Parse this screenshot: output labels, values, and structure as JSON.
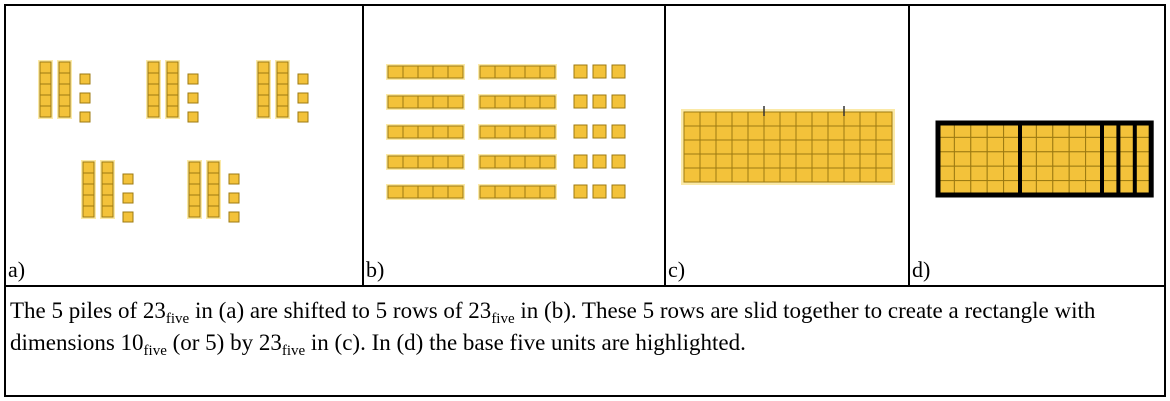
{
  "panels": [
    {
      "label": "a)"
    },
    {
      "label": "b)"
    },
    {
      "label": "c)"
    },
    {
      "label": "d)"
    }
  ],
  "caption": {
    "s1": "The 5 piles of 23",
    "s2": " in (a) are shifted to 5 rows of 23",
    "s3": " in (b). These 5 rows are slid together to create a rectangle with dimensions 10",
    "s4": " (or 5) by 23",
    "s5": " in (c).  In (d) the base five units are highlighted.",
    "base": "five"
  },
  "colors": {
    "block_fill": "#f3c23a",
    "block_stroke": "#9c7a12",
    "glow": "#fbe9a6",
    "border": "#000000"
  }
}
